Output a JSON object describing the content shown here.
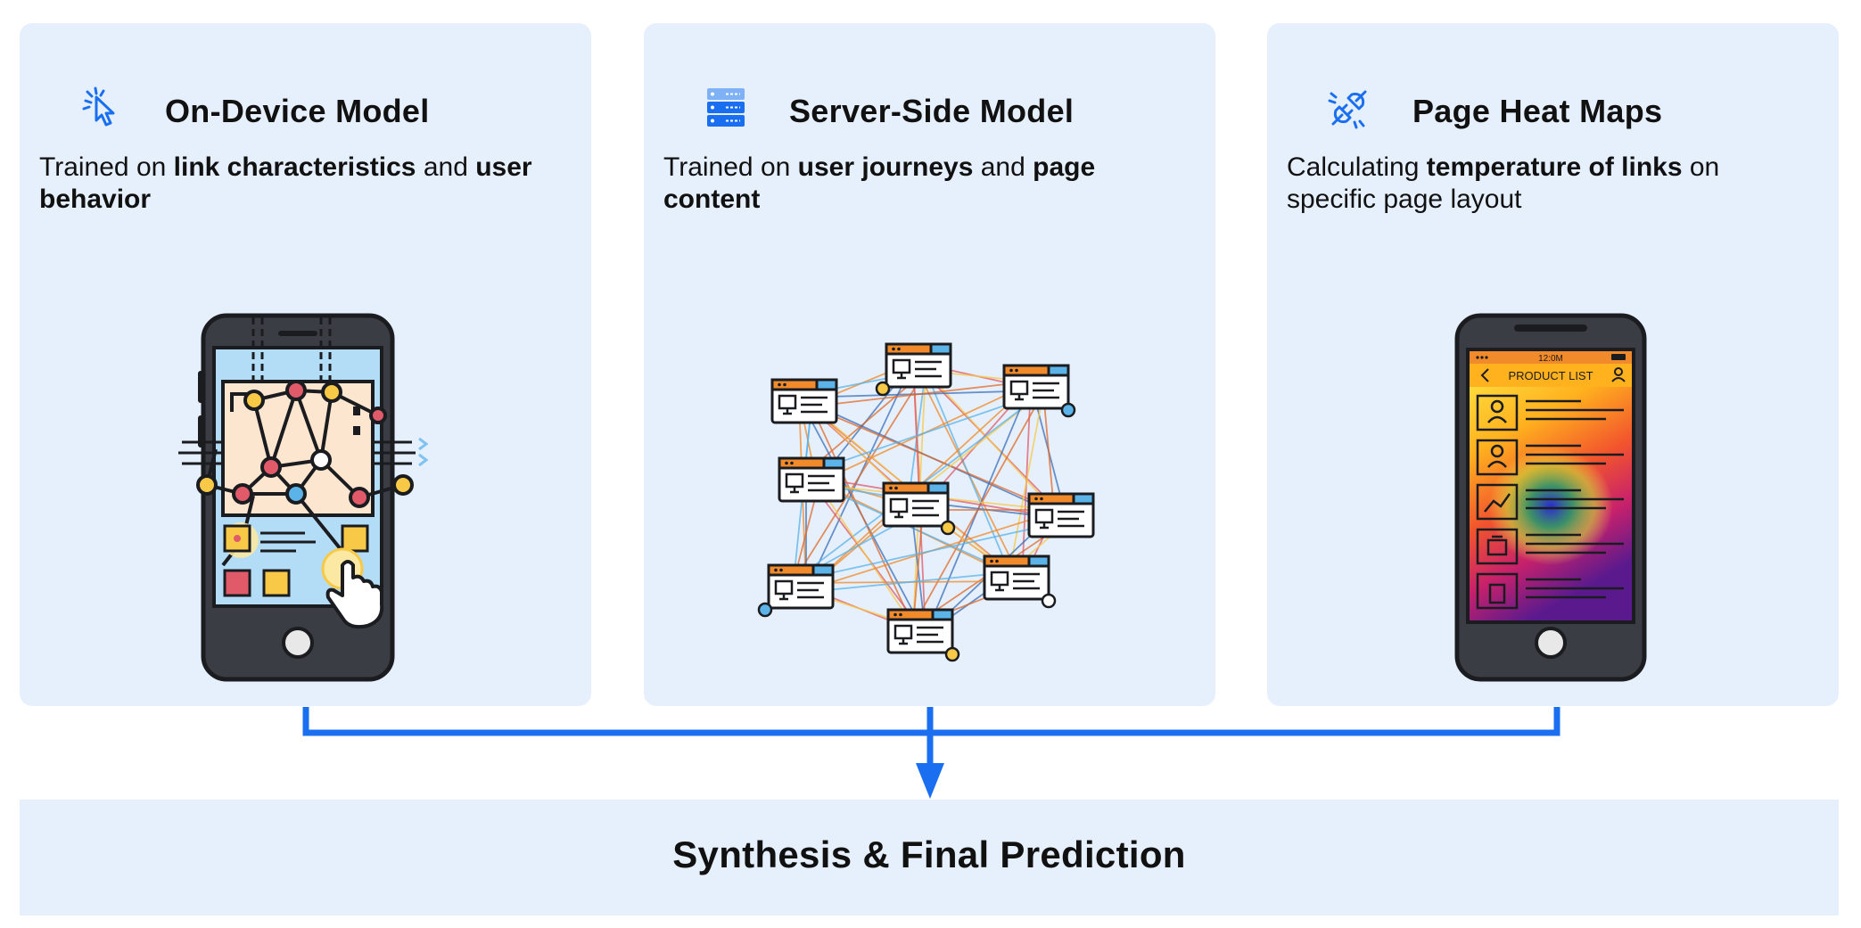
{
  "cards": [
    {
      "title": "On-Device Model",
      "icon": "cursor-click-icon",
      "desc_parts": [
        {
          "text": "Trained on ",
          "bold": false
        },
        {
          "text": "link characteristics",
          "bold": true
        },
        {
          "text": " and ",
          "bold": false
        },
        {
          "text": "user behavior",
          "bold": true
        }
      ],
      "illustration": "phone-network-illustration"
    },
    {
      "title": "Server-Side Model",
      "icon": "server-stack-icon",
      "desc_parts": [
        {
          "text": "Trained on ",
          "bold": false
        },
        {
          "text": "user journeys",
          "bold": true
        },
        {
          "text": " and ",
          "bold": false
        },
        {
          "text": "page content",
          "bold": true
        }
      ],
      "illustration": "page-network-illustration"
    },
    {
      "title": "Page Heat Maps",
      "icon": "plug-connect-icon",
      "desc_parts": [
        {
          "text": "Calculating ",
          "bold": false
        },
        {
          "text": "temperature of links",
          "bold": true
        },
        {
          "text": " on specific page layout",
          "bold": false
        }
      ],
      "illustration": "phone-heatmap-illustration",
      "phone_status_time": "12:0M",
      "phone_screen_title": "PRODUCT LIST"
    }
  ],
  "result": {
    "title": "Synthesis & Final Prediction"
  },
  "colors": {
    "card_bg": "#e6f0fd",
    "accent_blue": "#1a6ff0",
    "text": "#111111"
  }
}
